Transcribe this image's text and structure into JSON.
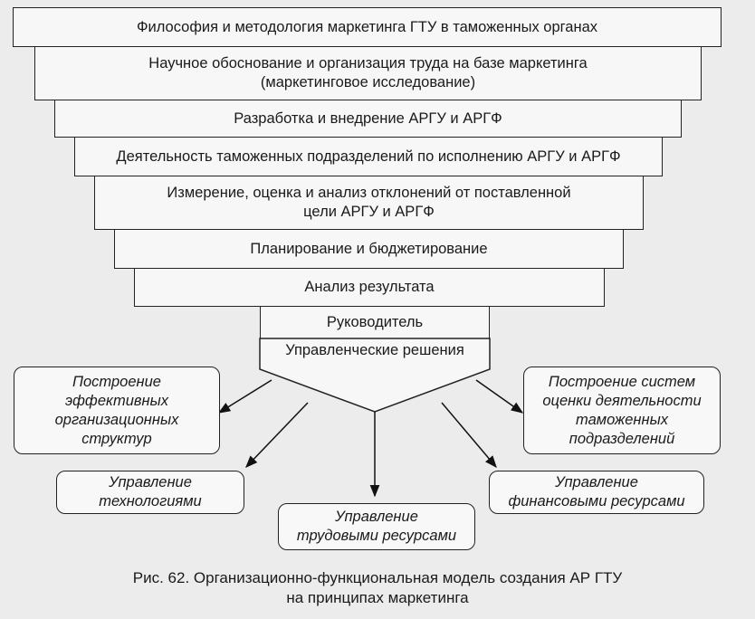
{
  "tiers": [
    "Философия и методология маркетинга ГТУ в таможенных органах",
    "Научное обоснование и организация труда на базе маркетинга\n(маркетинговое исследование)",
    "Разработка и внедрение АРГУ и АРГФ",
    "Деятельность таможенных подразделений по исполнению АРГУ и АРГФ",
    "Измерение, оценка и анализ отклонений от поставленной\nцели АРГУ и АРГФ",
    "Планирование и бюджетирование",
    "Анализ результата",
    "Руководитель"
  ],
  "decisions": "Управленческие решения",
  "outcomes": {
    "org_structures": "Построение\nэффективных\nорганизационных\nструктур",
    "evaluation": "Построение систем\nоценки деятельности\nтаможенных\nподразделений",
    "technology": "Управление\nтехнологиями",
    "finance": "Управление\nфинансовыми ресурсами",
    "labor": "Управление\nтрудовыми ресурсами"
  },
  "caption": {
    "line1": "Рис. 62. Организационно-функциональная модель создания АР ГТУ",
    "line2": "на принципах маркетинга"
  }
}
